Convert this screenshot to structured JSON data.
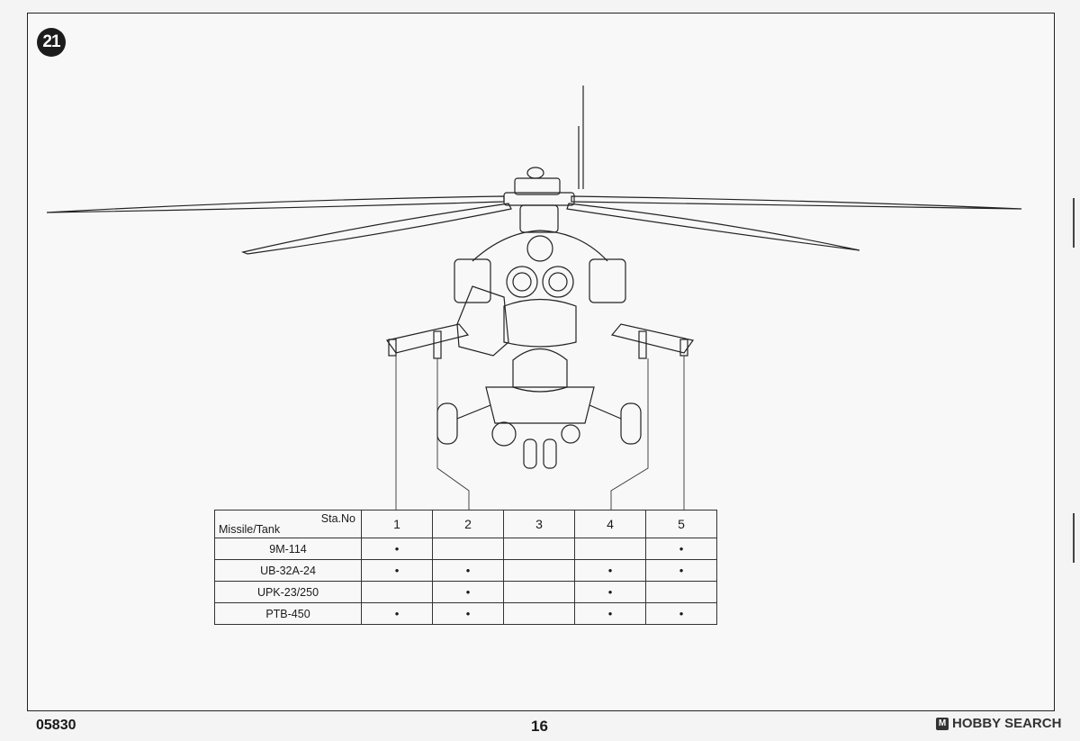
{
  "step_number": "21",
  "table": {
    "header_right": "Sta.No",
    "header_left": "Missile/Tank",
    "stations": [
      "1",
      "2",
      "3",
      "4",
      "5"
    ],
    "rows": [
      {
        "name": "9M-114",
        "marks": [
          "•",
          "",
          "",
          "",
          "•"
        ]
      },
      {
        "name": "UB-32A-24",
        "marks": [
          "•",
          "•",
          "",
          "•",
          "•"
        ]
      },
      {
        "name": "UPK-23/250",
        "marks": [
          "",
          "•",
          "",
          "•",
          ""
        ]
      },
      {
        "name": "PTB-450",
        "marks": [
          "•",
          "•",
          "",
          "•",
          "•"
        ]
      }
    ]
  },
  "footer": {
    "code": "05830",
    "page": "16",
    "brand": "HOBBY SEARCH",
    "brand_icon": "hobby-search-logo-icon"
  }
}
